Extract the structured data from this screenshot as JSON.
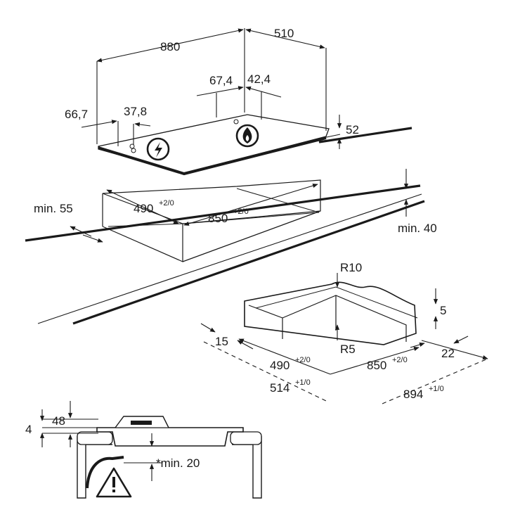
{
  "hob_top": {
    "width": "880",
    "depth": "510",
    "offset_left": "66,7",
    "offset_knob": "37,8",
    "offset_gas_a": "67,4",
    "offset_gas_b": "42,4",
    "height": "52",
    "icons": [
      "electric-zone-icon",
      "gas-flame-icon"
    ]
  },
  "cutout": {
    "depth": "490",
    "depth_tol": "+2/0",
    "width": "850",
    "width_tol": "+2/0",
    "min_front": "min. 55",
    "min_worktop": "min. 40"
  },
  "recess_detail": {
    "radius_outer": "R10",
    "radius_inner": "R5",
    "step_depth": "5",
    "border_left": "15",
    "border_right": "22",
    "inner_depth": "490",
    "inner_depth_tol": "+2/0",
    "inner_width": "850",
    "inner_width_tol": "+2/0",
    "outer_depth": "514",
    "outer_depth_tol": "+1/0",
    "outer_width": "894",
    "outer_width_tol": "+1/0"
  },
  "section_view": {
    "height_4": "4",
    "height_48": "48",
    "min_below": "*min. 20",
    "warning_icon": "warning-triangle-icon"
  }
}
